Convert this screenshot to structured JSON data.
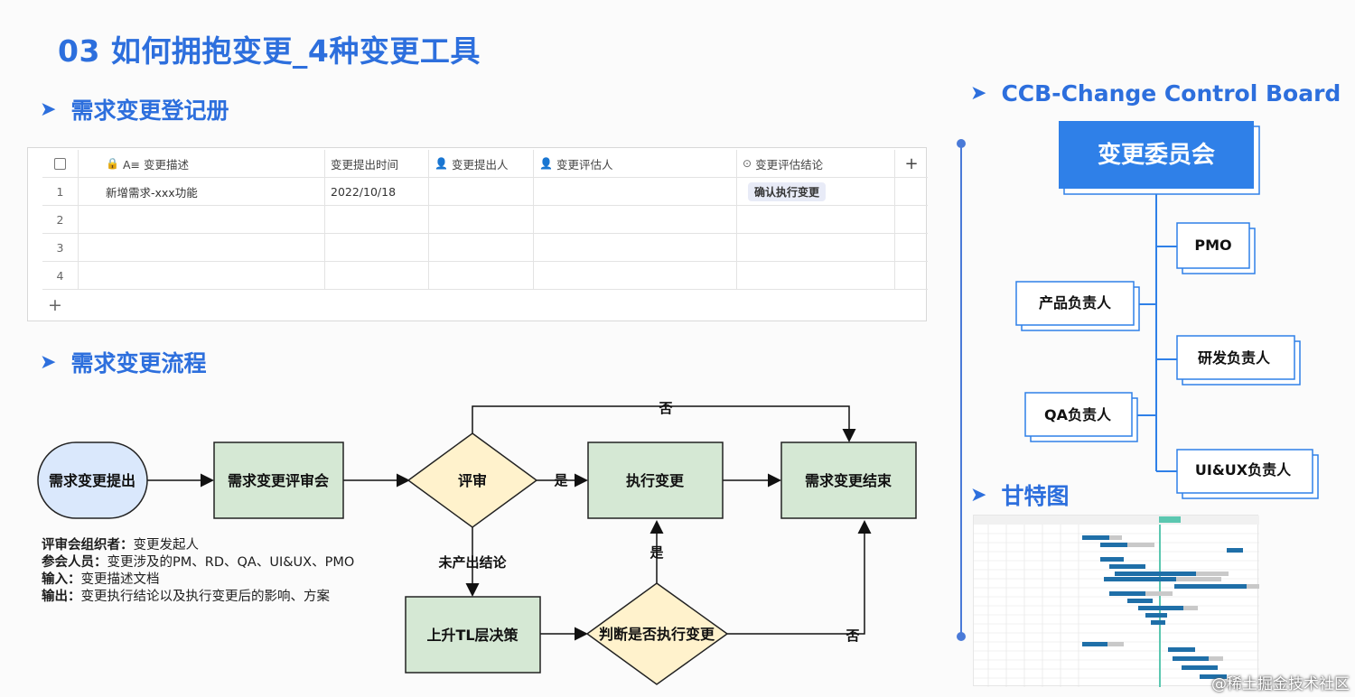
{
  "slide": {
    "title": "03 如何拥抱变更_4种变更工具",
    "watermark": "@稀土掘金技术社区"
  },
  "sections": {
    "register": "需求变更登记册",
    "flow": "需求变更流程",
    "ccb": "CCB-Change Control Board",
    "gantt": "甘特图",
    "arrow_glyph": "➤"
  },
  "table": {
    "headers": [
      "A≡ 变更描述",
      "变更提出时间",
      "变更提出人",
      "变更评估人",
      "变更评估结论"
    ],
    "rows": [
      {
        "num": "1",
        "desc": "新增需求-xxx功能",
        "time": "2022/10/18",
        "proposer": "",
        "evaluator": "",
        "conclusion": "确认执行变更"
      },
      {
        "num": "2",
        "desc": "",
        "time": "",
        "proposer": "",
        "evaluator": "",
        "conclusion": ""
      },
      {
        "num": "3",
        "desc": "",
        "time": "",
        "proposer": "",
        "evaluator": "",
        "conclusion": ""
      },
      {
        "num": "4",
        "desc": "",
        "time": "",
        "proposer": "",
        "evaluator": "",
        "conclusion": ""
      }
    ],
    "add_col": "+",
    "add_row": "+"
  },
  "flow": {
    "start": "需求变更提出",
    "review_meeting": "需求变更评审会",
    "review": "评审",
    "execute": "执行变更",
    "end": "需求变更结束",
    "escalate": "上升TL层决策",
    "judge": "判断是否执行变更",
    "label_no_top": "否",
    "label_yes": "是",
    "label_no_result": "未产出结论",
    "label_yes_up": "是",
    "label_no_right": "否"
  },
  "notes": [
    {
      "k": "评审会组织者：",
      "v": "变更发起人"
    },
    {
      "k": "参会人员：",
      "v": "变更涉及的PM、RD、QA、UI&UX、PMO"
    },
    {
      "k": "输入：",
      "v": "变更描述文档"
    },
    {
      "k": "输出：",
      "v": "变更执行结论以及执行变更后的影响、方案"
    }
  ],
  "ccb": {
    "committee": "变更委员会",
    "pmo": "PMO",
    "product": "产品负责人",
    "rd": "研发负责人",
    "qa": "QA负责人",
    "uiux": "UI&UX负责人"
  },
  "colors": {
    "accent": "#2d6fdd",
    "node_green": "#d5e8d4",
    "node_green_border": "#82b366",
    "node_yellow": "#fff2cc",
    "node_yellow_border": "#d6b656",
    "node_blue": "#dae8fc",
    "committee_blue": "#2f80e8"
  }
}
